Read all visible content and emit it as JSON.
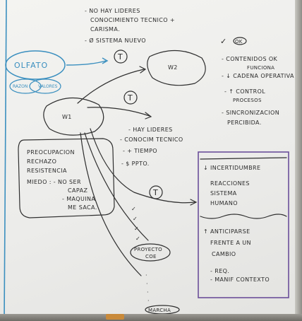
{
  "notes_top": [
    "- NO HAY LIDERES",
    "CONOCIMIENTO TECNICO +",
    "CARISMA.",
    "- Ø SISTEMA NUEVO"
  ],
  "olfato": "OLFATO",
  "razon": "RAZON",
  "valores": "VALORES",
  "t_label": "T",
  "w1": "W1",
  "w2": "W2",
  "right_check": "✓",
  "right_ok": "OK",
  "right_notes": [
    "- CONTENIDOS OK",
    "FUNCIONA",
    "- ↓ CADENA OPERATIVA",
    "- ↑ CONTROL",
    "PROCESOS",
    "- SINCRONIZACION",
    "PERCIBIDA."
  ],
  "middle_notes": [
    "- HAY LIDERES",
    "- CONOCIM TECNICO",
    "- + TIEMPO",
    "- $ PPTO."
  ],
  "left_box": [
    "PREOCUPACION",
    "RECHAZO",
    "RESISTENCIA",
    "MIEDO : - NO SER",
    "CAPAZ",
    "- MAQUINA",
    "ME SACA."
  ],
  "proyecto": [
    "PROYECTO",
    "COE"
  ],
  "marcha": "MARCHA",
  "right_box": [
    "↓ INCERTIDUMBRE",
    "REACCIONES",
    "SISTEMA",
    "HUMANO",
    "↑ ANTICIPARSE",
    "FRENTE A UN",
    "CAMBIO",
    "- REQ.",
    "- MANIF CONTEXTO"
  ]
}
